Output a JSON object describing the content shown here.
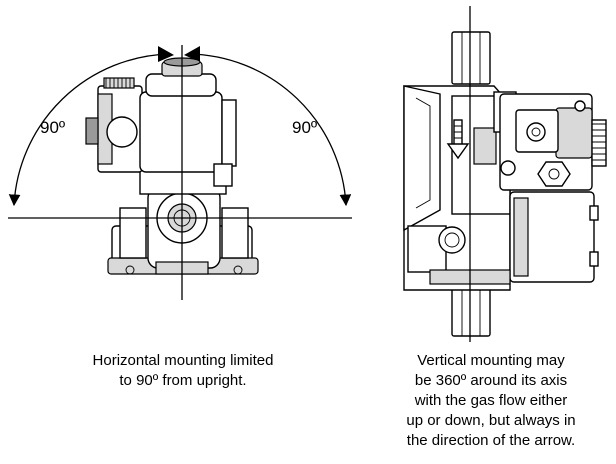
{
  "labels": {
    "angle_left": "90º",
    "angle_right": "90º"
  },
  "captions": {
    "horizontal": [
      "Horizontal mounting limited",
      "to 90º from upright."
    ],
    "vertical": [
      "Vertical mounting may",
      "be 360º around its axis",
      "with the gas flow either",
      "up or down, but always in",
      "the direction of the arrow."
    ]
  },
  "icons": {
    "flow_arrow": "down-arrow-icon",
    "rotation_arc": "curved-double-arrow-icon"
  }
}
